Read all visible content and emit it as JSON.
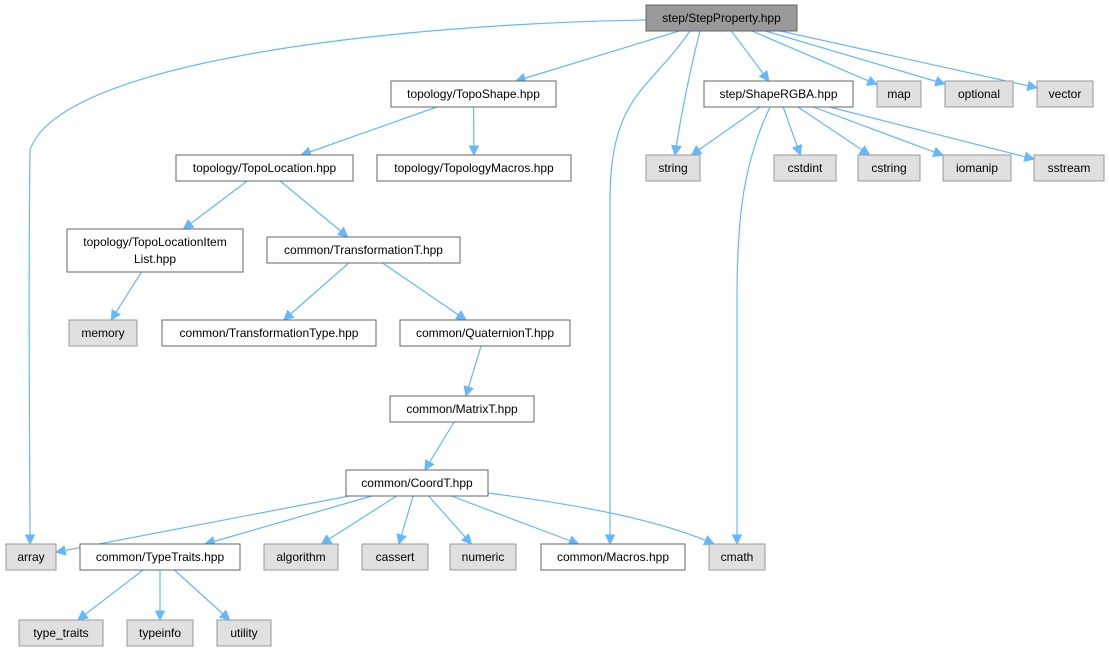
{
  "colors": {
    "edge": "#63b8ff",
    "root_fill": "#999999",
    "local_fill": "#ffffff",
    "system_fill": "#e0e0e0",
    "border": "#666666"
  },
  "nodes": {
    "root": {
      "label": "step/StepProperty.hpp",
      "kind": "root"
    },
    "topo": {
      "label": "topology/TopoShape.hpp",
      "kind": "local"
    },
    "rgba": {
      "label": "step/ShapeRGBA.hpp",
      "kind": "local"
    },
    "map": {
      "label": "map",
      "kind": "system"
    },
    "optional": {
      "label": "optional",
      "kind": "system"
    },
    "vector": {
      "label": "vector",
      "kind": "system"
    },
    "loc": {
      "label": "topology/TopoLocation.hpp",
      "kind": "local"
    },
    "macros": {
      "label": "topology/TopologyMacros.hpp",
      "kind": "local"
    },
    "string": {
      "label": "string",
      "kind": "system"
    },
    "cstdint": {
      "label": "cstdint",
      "kind": "system"
    },
    "cstring": {
      "label": "cstring",
      "kind": "system"
    },
    "iomanip": {
      "label": "iomanip",
      "kind": "system"
    },
    "sstream": {
      "label": "sstream",
      "kind": "system"
    },
    "locitem": {
      "label": "topology/TopoLocationItem",
      "label2": "List.hpp",
      "kind": "local"
    },
    "transT": {
      "label": "common/TransformationT.hpp",
      "kind": "local"
    },
    "memory": {
      "label": "memory",
      "kind": "system"
    },
    "transType": {
      "label": "common/TransformationType.hpp",
      "kind": "local"
    },
    "quat": {
      "label": "common/QuaternionT.hpp",
      "kind": "local"
    },
    "matrix": {
      "label": "common/MatrixT.hpp",
      "kind": "local"
    },
    "coord": {
      "label": "common/CoordT.hpp",
      "kind": "local"
    },
    "array": {
      "label": "array",
      "kind": "system"
    },
    "traits": {
      "label": "common/TypeTraits.hpp",
      "kind": "local"
    },
    "algorithm": {
      "label": "algorithm",
      "kind": "system"
    },
    "cassert": {
      "label": "cassert",
      "kind": "system"
    },
    "numeric": {
      "label": "numeric",
      "kind": "system"
    },
    "cmacros": {
      "label": "common/Macros.hpp",
      "kind": "local"
    },
    "cmath": {
      "label": "cmath",
      "kind": "system"
    },
    "type_traits": {
      "label": "type_traits",
      "kind": "system"
    },
    "typeinfo": {
      "label": "typeinfo",
      "kind": "system"
    },
    "utility": {
      "label": "utility",
      "kind": "system"
    }
  },
  "edges": [
    [
      "root",
      "topo"
    ],
    [
      "root",
      "rgba"
    ],
    [
      "root",
      "map"
    ],
    [
      "root",
      "optional"
    ],
    [
      "root",
      "vector"
    ],
    [
      "root",
      "string"
    ],
    [
      "root",
      "array"
    ],
    [
      "root",
      "cmacros"
    ],
    [
      "topo",
      "loc"
    ],
    [
      "topo",
      "macros"
    ],
    [
      "rgba",
      "string"
    ],
    [
      "rgba",
      "cstdint"
    ],
    [
      "rgba",
      "cstring"
    ],
    [
      "rgba",
      "iomanip"
    ],
    [
      "rgba",
      "sstream"
    ],
    [
      "rgba",
      "cmath"
    ],
    [
      "loc",
      "locitem"
    ],
    [
      "loc",
      "transT"
    ],
    [
      "locitem",
      "memory"
    ],
    [
      "transT",
      "transType"
    ],
    [
      "transT",
      "quat"
    ],
    [
      "quat",
      "matrix"
    ],
    [
      "matrix",
      "coord"
    ],
    [
      "coord",
      "array"
    ],
    [
      "coord",
      "traits"
    ],
    [
      "coord",
      "algorithm"
    ],
    [
      "coord",
      "cassert"
    ],
    [
      "coord",
      "numeric"
    ],
    [
      "coord",
      "cmacros"
    ],
    [
      "coord",
      "cmath"
    ],
    [
      "traits",
      "type_traits"
    ],
    [
      "traits",
      "typeinfo"
    ],
    [
      "traits",
      "utility"
    ]
  ]
}
